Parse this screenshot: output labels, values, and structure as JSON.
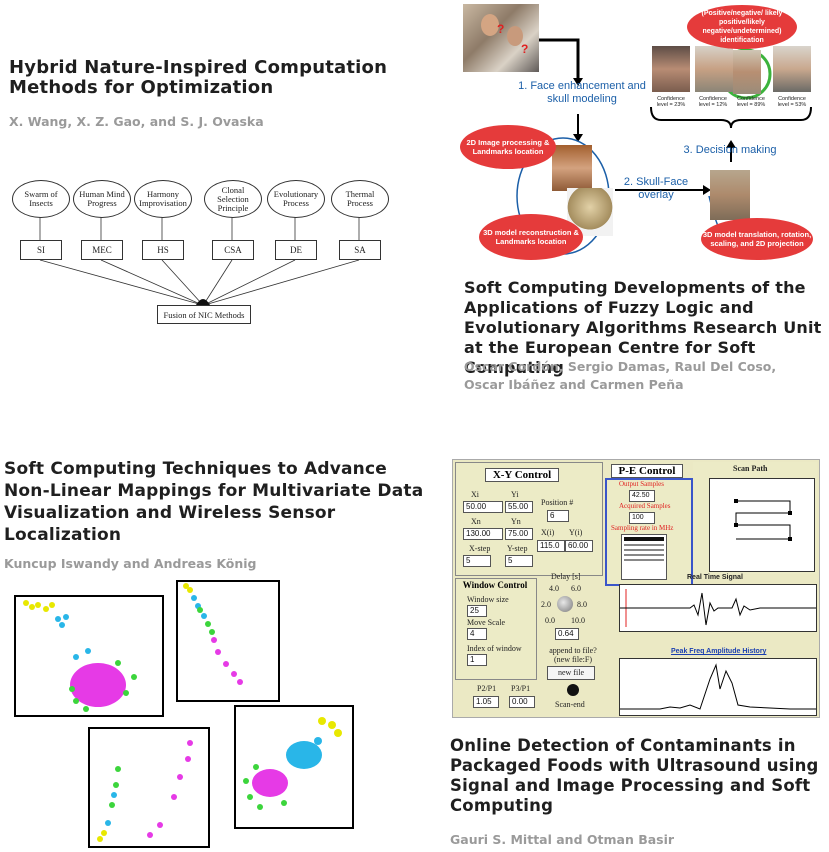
{
  "articles": [
    {
      "title": "Hybrid Nature-Inspired Computation Methods for Optimization",
      "authors": "X. Wang, X. Z. Gao, and S. J. Ovaska",
      "figure": {
        "methods": [
          {
            "source": "Swarm of Insects",
            "abbr": "SI"
          },
          {
            "source": "Human Mind Progress",
            "abbr": "MEC"
          },
          {
            "source": "Harmony Improvisation",
            "abbr": "HS"
          },
          {
            "source": "Clonal Selection Principle",
            "abbr": "CSA"
          },
          {
            "source": "Evolutionary Process",
            "abbr": "DE"
          },
          {
            "source": "Thermal Process",
            "abbr": "SA"
          }
        ],
        "fusion": "Fusion of NIC Methods"
      }
    },
    {
      "title": "Soft Computing Developments of the Applications of Fuzzy Logic and Evolutionary Algorithms Research Unit at the European Centre for Soft Computing",
      "authors": "Oscar Cordón, Sergio Damas, Raul Del Coso, Oscar Ibáñez and Carmen Peña",
      "figure": {
        "step1": "1. Face enhancement and skull modeling",
        "step2": "2. Skull-Face overlay",
        "step3": "3. Decision making",
        "bubble_identification": "(Positive/negative/ likely positive/likely negative/undetermined) identification",
        "bubble_2d": "2D Image processing & Landmarks location",
        "bubble_3d": "3D model reconstruction & Landmarks location",
        "bubble_projection": "3D model translation, rotation, scaling, and 2D projection",
        "confidence": [
          "Confidence level = 23%",
          "Confidence level = 12%",
          "Confidence level = 89%",
          "Confidence level = 53%"
        ]
      }
    },
    {
      "title": "Soft Computing Techniques to Advance Non-Linear Mappings for Multivariate Data Visualization and Wireless Sensor Localization",
      "authors": "Kuncup Iswandy and Andreas König"
    },
    {
      "title": "Online Detection of Contaminants in Packaged Foods with Ultrasound using Signal and Image Processing and Soft Computing",
      "authors": "Gauri S. Mittal and Otman Basir",
      "figure": {
        "xy_control": "X-Y Control",
        "pe_control": "P-E Control",
        "scan_path": "Scan Path",
        "xi_label": "Xi",
        "xi_value": "50.00",
        "yi_label": "Yi",
        "yi_value": "55.00",
        "xn_label": "Xn",
        "xn_value": "130.00",
        "yn_label": "Yn",
        "yn_value": "75.00",
        "xstep_label": "X-step",
        "xstep_value": "5",
        "ystep_label": "Y-step",
        "ystep_value": "5",
        "position_label": "Position #",
        "position_value": "6",
        "x0_label": "X(i)",
        "x0_value": "115.0",
        "y0_label": "Y(i)",
        "y0_value": "60.00",
        "output_samples": "Output Samples",
        "output_samples_value": "42.50",
        "acquired_samples": "Acquired Samples",
        "acquired_samples_value": "100",
        "sampling_rate": "Sampling rate in MHz",
        "window_control": "Window Control",
        "window_size_label": "Window size",
        "window_size_value": "25",
        "move_scale_label": "Move Scale",
        "move_scale_value": "4",
        "index_window_label": "Index of window",
        "index_window_value": "1",
        "delay_label": "Delay [s]",
        "delay_value": "0.64",
        "knob_ticks": [
          "4.0",
          "6.0",
          "2.0",
          "8.0",
          "0.0",
          "10.0"
        ],
        "append_label": "append to file? (new file:F)",
        "new_file_button": "new file",
        "scan_end": "Scan-end",
        "p2p1_label": "P2/P1",
        "p2p1_value": "1.05",
        "p3p1_label": "P3/P1",
        "p3p1_value": "0.00",
        "realtime_title": "Real Time Signal",
        "peak_title": "Peak Freq Amplitude History"
      }
    }
  ]
}
